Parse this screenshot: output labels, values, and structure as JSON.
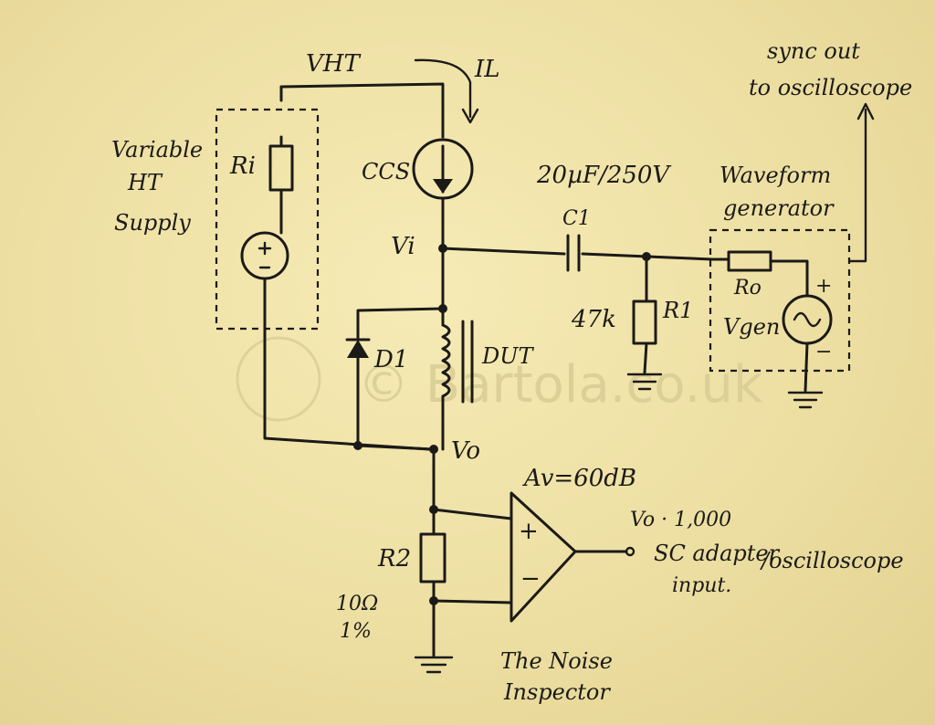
{
  "labels": {
    "vht": "VHT",
    "il": "IL",
    "variable_ht_line1": "Variable",
    "variable_ht_line2": "HT",
    "variable_ht_line3": "Supply",
    "ri": "Ri",
    "ccs": "CCS",
    "vi": "Vi",
    "c1_value": "20µF/250V",
    "c1": "C1",
    "r1_value": "47k",
    "r1": "R1",
    "waveform_generator_line1": "Waveform",
    "waveform_generator_line2": "generator",
    "ro": "Ro",
    "vgen": "Vgen",
    "sync_out_line1": "sync out",
    "sync_out_line2": "to oscilloscope",
    "d1": "D1",
    "dut": "DUT",
    "vo": "Vo",
    "av": "Av=60dB",
    "r2": "R2",
    "r2_value": "10Ω",
    "r2_tolerance": "1%",
    "output_label": "Vo · 1,000",
    "output_dest_line1": "SC adapter",
    "output_dest_line2": "input.",
    "output_dest_alt": "/oscilloscope",
    "noise_inspector_line1": "The Noise",
    "noise_inspector_line2": "Inspector",
    "plus": "+",
    "minus": "−",
    "watermark": "© Bartola.co.uk"
  },
  "colors": {
    "paper": "#efe2a6",
    "ink": "#1b1a17"
  }
}
